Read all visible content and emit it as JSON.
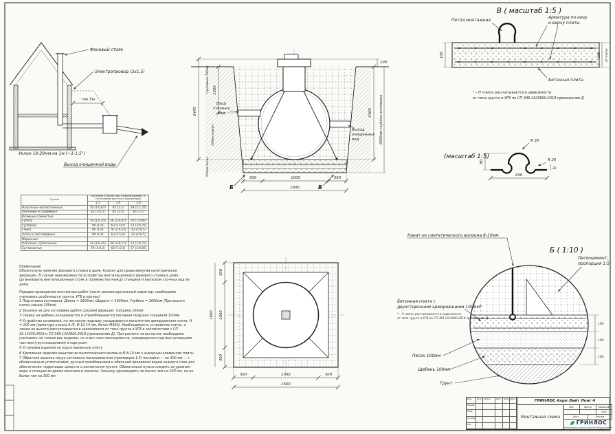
{
  "titles": {
    "detail_v": "В ( масштаб 1:5 )",
    "detail_loop": "(масштаб 1:5)",
    "detail_b": "Б ( 1:10 )"
  },
  "house": {
    "vent_stack": "Фановый стояк",
    "electric": "Электропровод (3х1,5)",
    "pipe": "тип 5м",
    "slope": "Уклон 10-20мм на 1м (~1-1,5°)",
    "outlet": "Выход очищенной воды"
  },
  "section": {
    "inlet": [
      "Вход",
      "сточных",
      "вод"
    ],
    "outlet": [
      "Выход",
      "очищенных",
      "вод"
    ],
    "dim_2470": "2470",
    "dim_1200": "1200",
    "dim_100": "100",
    "dim_2300": "2300",
    "depth": "2600мм глубина котлована",
    "neck": "горловина 700мм",
    "body": "100мм корпус",
    "sand": "300мм песок",
    "bottom": [
      "300",
      "1000",
      "300"
    ],
    "total": "1600",
    "callout_b": "Б",
    "callout_v": "В"
  },
  "plan": {
    "bottom": [
      "300",
      "1000",
      "300"
    ],
    "left": [
      "300",
      "1000",
      "300"
    ],
    "total": "1600"
  },
  "detail_v": {
    "loop": "Петля монтажная",
    "rebar1": "Арматура по низу",
    "rebar2": "и верху плиты",
    "slab": "Бетонная плита",
    "dim_left": "100",
    "dim_right": "100",
    "dim_h": "Н плиты",
    "note1": "* – Н плиты рассчитывается в зависимости",
    "note2": "от типа грунта и УГВ по СП 399.1325800.2018 приложение Д"
  },
  "detail_loop": {
    "r30": "R 30",
    "r20": "R 20",
    "d80": "80",
    "d240": "240",
    "d30": "30"
  },
  "detail_b": {
    "rope": "Канат из синтетического волокна 8-10мм",
    "pesc1": "Пескоцемент,",
    "pesc2": "пропорция 1:5",
    "slab1": "Бетонная плита с",
    "slab2": "двухсторонним армированием 100мм*",
    "note1": "* – Н плиты рассчитывается в зависимости",
    "note2": "от типа грунта и УГВ по СП 399.1325800.2018 приложение Д",
    "sand": "Песок 100мм",
    "gravel": "Щебень 100мм",
    "soil": "Грунт",
    "dims": [
      "100",
      "100",
      "100"
    ]
  },
  "soils": {
    "corner": "Грунты",
    "header": "Крутизна откосов при глубине выемки, м (отношение высоты к заложению)",
    "depths": [
      "1,5",
      "3,0",
      "5,0"
    ],
    "rows": [
      {
        "name": "Насыпные неуплотненные",
        "c1": "56 (1:0,67)",
        "c2": "45 (1:1)",
        "c3": "38 (1:1,25)"
      },
      {
        "name": "Песчаные и гравийные",
        "c1": "63 (1:0,5)",
        "c2": "45 (1:1)",
        "c3": "45 (1:1)"
      },
      {
        "name": "Влажные глинистые",
        "c1": "",
        "c2": "",
        "c3": ""
      },
      {
        "name": "Супесь",
        "c1": "76 (1:0,25)",
        "c2": "56 (1:0,67)",
        "c3": "50 (1:0,85)"
      },
      {
        "name": "Суглинок",
        "c1": "90 (1:0)",
        "c2": "63 (1:0,5)",
        "c3": "53 (1:0,75)"
      },
      {
        "name": "Глина",
        "c1": "90 (1:0)",
        "c2": "76 (1:0,25)",
        "c3": "63 (1:0,5)"
      },
      {
        "name": "Лессы и лессовидные",
        "c1": "90 (1:0)",
        "c2": "63 (1:0,5)",
        "c3": "63 (1:0,5)"
      },
      {
        "name": "Моренные:",
        "c1": "",
        "c2": "",
        "c3": ""
      },
      {
        "name": "Песчаные, супесчаные",
        "c1": "76 (1:0,25)",
        "c2": "60 (1:0,57)",
        "c3": "53 (1:0,75)"
      },
      {
        "name": "Суглинистые",
        "c1": "78 (1:0,2)",
        "c2": "63 (1:0,5)",
        "c3": "57 (1:0,65)"
      }
    ]
  },
  "notes": {
    "title": "Примечание",
    "body": "Обязательно наличие фанового стояка в доме. Клапан для срыва вакуума категорически запрещен. В случае невозможности устройства вентиляционного фанового стояка в доме, организовать вентиляционный стояк в промежутке между станцией и выпуском сточных вод из дома"
  },
  "procedure": {
    "title": "Порядок проведения монтажных работ (носит рекомендательный характер, необходимо учитывать особенности грунта, УГВ и прочее):",
    "items": [
      "1 Подготовка котлована: Длина = 1600мм, Ширина = 1600мм, Глубина = 2600мм (При высоте плиты свыше 100мм)",
      "2 Засыпка на дно котлована щебня средней фракции, толщина 100мм",
      "3 Сверху на щебень укладывается и утрамбовывается песчаная подушка толщиной 100мм",
      "4 Устройство основания: на песчаную подушку укладывается монолитная армированная плита, Н = 100 мм (арматура класса А-III, Ф 12-14 мм, бетон М300). Необходимость устройства плиты, а также ее высота рассчитывается в зависимости от типа грунта и УГВ в соответствии с СП 32.13330.2018 и СП 399.1325800.2018 (приложение Д). При расчете на всплытие необходимо учитывать не только вес изделия, но и вес слоя пескоцемента, находящегося над выступающими частями (грунтозацепами) и корпусом",
      "5 Установка изделия на подготовленную плиту",
      "6 Крепление изделия канатом из синтетического волокна Ф 8-10 мм к анкерным элементам плиты",
      "7 Обратная засыпка пазух котлована пескоцементом (пропорция 1:5) послойно — по 300 мм — с обязательным уплотнением, ручным трамбованием и обильной проливкой водой каждого слоя для обеспечения гидратации цемента и исключения пустот. Обязательно нужно следить за уровнем воды в станции во время монтажа и засыпки. Засыпку производить не менее чем на 200 мм, но не более чем на 300 мм"
    ]
  },
  "stamp": {
    "cols": [
      "Изм.",
      "Кол.уч",
      "Лист",
      "№ док.",
      "Подп.",
      "Дата"
    ],
    "rows": [
      "Разраб.",
      "Пров.",
      "",
      "Н.контр.",
      "Утв."
    ],
    "product": "ГРИНЛОС Аэро Лайт Лонг 4",
    "doc": "Монтажная схема",
    "lit": "Лит.",
    "mass": "Масса",
    "scale_label": "Масштаб",
    "scale": "1:20",
    "sheet": "Лист",
    "sheets": "Листов",
    "brand": "ГРИНЛОС",
    "tagline": "Инженерное экологическое оборудование",
    "accent": "#2f9e44"
  }
}
